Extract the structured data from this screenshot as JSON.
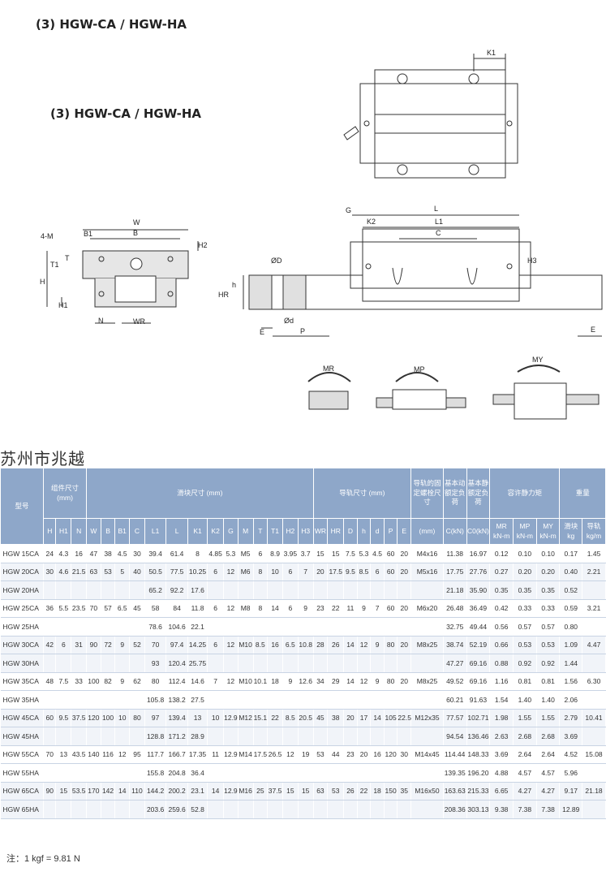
{
  "titles": {
    "top": "(3) HGW-CA / HGW-HA",
    "middle": "(3) HGW-CA / HGW-HA"
  },
  "watermark": "苏州市兆越",
  "note": "注：1 kgf = 9.81 N",
  "diagram_labels": {
    "K1": "K1",
    "W": "W",
    "B": "B",
    "B1": "B1",
    "four_M": "4-M",
    "H2": "H2",
    "T": "T",
    "T1": "T1",
    "H": "H",
    "H1": "H1",
    "N": "N",
    "WR": "WR",
    "phiD": "ØD",
    "h": "h",
    "HR": "HR",
    "phid": "Ød",
    "E": "E",
    "P": "P",
    "G": "G",
    "K2": "K2",
    "L": "L",
    "L1": "L1",
    "C": "C",
    "H3": "H3",
    "MR": "MR",
    "MP": "MP",
    "MY": "MY"
  },
  "table": {
    "headers": {
      "model": "型号",
      "assembly_dims": "组件尺寸 (mm)",
      "block_dims": "滑块尺寸 (mm)",
      "rail_dims": "导轨尺寸 (mm)",
      "rail_bolt": "导轨的固定螺栓尺寸",
      "basic_dynamic": "基本动额定负荷",
      "basic_static": "基本静额定负荷",
      "static_moment": "容许静力矩",
      "weight": "重量",
      "sub": [
        "H",
        "H1",
        "N",
        "W",
        "B",
        "B1",
        "C",
        "L1",
        "L",
        "K1",
        "K2",
        "G",
        "M",
        "T",
        "T1",
        "H2",
        "H3",
        "WR",
        "HR",
        "D",
        "h",
        "d",
        "P",
        "E",
        "(mm)",
        "C(kN)",
        "C0(kN)",
        "MR",
        "MP",
        "MY",
        "滑块",
        "导轨"
      ],
      "units": [
        "kN-m",
        "kN-m",
        "kN-m",
        "kg",
        "kg/m"
      ]
    },
    "rows": [
      {
        "model": "HGW 15CA",
        "H": "24",
        "H1": "4.3",
        "N": "16",
        "W": "47",
        "B": "38",
        "B1": "4.5",
        "C": "30",
        "L1": "39.4",
        "L": "61.4",
        "K1": "8",
        "K2": "4.85",
        "G": "5.3",
        "M": "M5",
        "T": "6",
        "T1": "8.9",
        "H2": "3.95",
        "H3": "3.7",
        "WR": "15",
        "HR": "15",
        "D": "7.5",
        "h": "5.3",
        "d": "4.5",
        "P": "60",
        "E": "20",
        "bolt": "M4x16",
        "C_dyn": "11.38",
        "C0": "16.97",
        "MR": "0.12",
        "MP": "0.10",
        "MY": "0.10",
        "wb": "0.17",
        "wr": "1.45"
      },
      {
        "model": "HGW 20CA",
        "H": "30",
        "H1": "4.6",
        "N": "21.5",
        "W": "63",
        "B": "53",
        "B1": "5",
        "C": "40",
        "L1": "50.5",
        "L": "77.5",
        "K1": "10.25",
        "K2": "6",
        "G": "12",
        "M": "M6",
        "T": "8",
        "T1": "10",
        "H2": "6",
        "H3": "7",
        "WR": "20",
        "HR": "17.5",
        "D": "9.5",
        "h": "8.5",
        "d": "6",
        "P": "60",
        "E": "20",
        "bolt": "M5x16",
        "C_dyn": "17.75",
        "C0": "27.76",
        "MR": "0.27",
        "MP": "0.20",
        "MY": "0.20",
        "wb": "0.40",
        "wr": "2.21"
      },
      {
        "model": "HGW 20HA",
        "L1": "65.2",
        "L": "92.2",
        "K1": "17.6",
        "C_dyn": "21.18",
        "C0": "35.90",
        "MR": "0.35",
        "MP": "0.35",
        "MY": "0.35",
        "wb": "0.52"
      },
      {
        "model": "HGW 25CA",
        "H": "36",
        "H1": "5.5",
        "N": "23.5",
        "W": "70",
        "B": "57",
        "B1": "6.5",
        "C": "45",
        "L1": "58",
        "L": "84",
        "K1": "11.8",
        "K2": "6",
        "G": "12",
        "M": "M8",
        "T": "8",
        "T1": "14",
        "H2": "6",
        "H3": "9",
        "WR": "23",
        "HR": "22",
        "D": "11",
        "h": "9",
        "d": "7",
        "P": "60",
        "E": "20",
        "bolt": "M6x20",
        "C_dyn": "26.48",
        "C0": "36.49",
        "MR": "0.42",
        "MP": "0.33",
        "MY": "0.33",
        "wb": "0.59",
        "wr": "3.21"
      },
      {
        "model": "HGW 25HA",
        "L1": "78.6",
        "L": "104.6",
        "K1": "22.1",
        "C_dyn": "32.75",
        "C0": "49.44",
        "MR": "0.56",
        "MP": "0.57",
        "MY": "0.57",
        "wb": "0.80"
      },
      {
        "model": "HGW 30CA",
        "H": "42",
        "H1": "6",
        "N": "31",
        "W": "90",
        "B": "72",
        "B1": "9",
        "C": "52",
        "L1": "70",
        "L": "97.4",
        "K1": "14.25",
        "K2": "6",
        "G": "12",
        "M": "M10",
        "T": "8.5",
        "T1": "16",
        "H2": "6.5",
        "H3": "10.8",
        "WR": "28",
        "HR": "26",
        "D": "14",
        "h": "12",
        "d": "9",
        "P": "80",
        "E": "20",
        "bolt": "M8x25",
        "C_dyn": "38.74",
        "C0": "52.19",
        "MR": "0.66",
        "MP": "0.53",
        "MY": "0.53",
        "wb": "1.09",
        "wr": "4.47"
      },
      {
        "model": "HGW 30HA",
        "L1": "93",
        "L": "120.4",
        "K1": "25.75",
        "C_dyn": "47.27",
        "C0": "69.16",
        "MR": "0.88",
        "MP": "0.92",
        "MY": "0.92",
        "wb": "1.44"
      },
      {
        "model": "HGW 35CA",
        "H": "48",
        "H1": "7.5",
        "N": "33",
        "W": "100",
        "B": "82",
        "B1": "9",
        "C": "62",
        "L1": "80",
        "L": "112.4",
        "K1": "14.6",
        "K2": "7",
        "G": "12",
        "M": "M10",
        "T": "10.1",
        "T1": "18",
        "H2": "9",
        "H3": "12.6",
        "WR": "34",
        "HR": "29",
        "D": "14",
        "h": "12",
        "d": "9",
        "P": "80",
        "E": "20",
        "bolt": "M8x25",
        "C_dyn": "49.52",
        "C0": "69.16",
        "MR": "1.16",
        "MP": "0.81",
        "MY": "0.81",
        "wb": "1.56",
        "wr": "6.30"
      },
      {
        "model": "HGW 35HA",
        "L1": "105.8",
        "L": "138.2",
        "K1": "27.5",
        "C_dyn": "60.21",
        "C0": "91.63",
        "MR": "1.54",
        "MP": "1.40",
        "MY": "1.40",
        "wb": "2.06"
      },
      {
        "model": "HGW 45CA",
        "H": "60",
        "H1": "9.5",
        "N": "37.5",
        "W": "120",
        "B": "100",
        "B1": "10",
        "C": "80",
        "L1": "97",
        "L": "139.4",
        "K1": "13",
        "K2": "10",
        "G": "12.9",
        "M": "M12",
        "T": "15.1",
        "T1": "22",
        "H2": "8.5",
        "H3": "20.5",
        "WR": "45",
        "HR": "38",
        "D": "20",
        "h": "17",
        "d": "14",
        "P": "105",
        "E": "22.5",
        "bolt": "M12x35",
        "C_dyn": "77.57",
        "C0": "102.71",
        "MR": "1.98",
        "MP": "1.55",
        "MY": "1.55",
        "wb": "2.79",
        "wr": "10.41"
      },
      {
        "model": "HGW 45HA",
        "L1": "128.8",
        "L": "171.2",
        "K1": "28.9",
        "C_dyn": "94.54",
        "C0": "136.46",
        "MR": "2.63",
        "MP": "2.68",
        "MY": "2.68",
        "wb": "3.69"
      },
      {
        "model": "HGW 55CA",
        "H": "70",
        "H1": "13",
        "N": "43.5",
        "W": "140",
        "B": "116",
        "B1": "12",
        "C": "95",
        "L1": "117.7",
        "L": "166.7",
        "K1": "17.35",
        "K2": "11",
        "G": "12.9",
        "M": "M14",
        "T": "17.5",
        "T1": "26.5",
        "H2": "12",
        "H3": "19",
        "WR": "53",
        "HR": "44",
        "D": "23",
        "h": "20",
        "d": "16",
        "P": "120",
        "E": "30",
        "bolt": "M14x45",
        "C_dyn": "114.44",
        "C0": "148.33",
        "MR": "3.69",
        "MP": "2.64",
        "MY": "2.64",
        "wb": "4.52",
        "wr": "15.08"
      },
      {
        "model": "HGW 55HA",
        "L1": "155.8",
        "L": "204.8",
        "K1": "36.4",
        "C_dyn": "139.35",
        "C0": "196.20",
        "MR": "4.88",
        "MP": "4.57",
        "MY": "4.57",
        "wb": "5.96"
      },
      {
        "model": "HGW 65CA",
        "H": "90",
        "H1": "15",
        "N": "53.5",
        "W": "170",
        "B": "142",
        "B1": "14",
        "C": "110",
        "L1": "144.2",
        "L": "200.2",
        "K1": "23.1",
        "K2": "14",
        "G": "12.9",
        "M": "M16",
        "T": "25",
        "T1": "37.5",
        "H2": "15",
        "H3": "15",
        "WR": "63",
        "HR": "53",
        "D": "26",
        "h": "22",
        "d": "18",
        "P": "150",
        "E": "35",
        "bolt": "M16x50",
        "C_dyn": "163.63",
        "C0": "215.33",
        "MR": "6.65",
        "MP": "4.27",
        "MY": "4.27",
        "wb": "9.17",
        "wr": "21.18"
      },
      {
        "model": "HGW 65HA",
        "L1": "203.6",
        "L": "259.6",
        "K1": "52.8",
        "C_dyn": "208.36",
        "C0": "303.13",
        "MR": "9.38",
        "MP": "7.38",
        "MY": "7.38",
        "wb": "12.89"
      }
    ]
  }
}
